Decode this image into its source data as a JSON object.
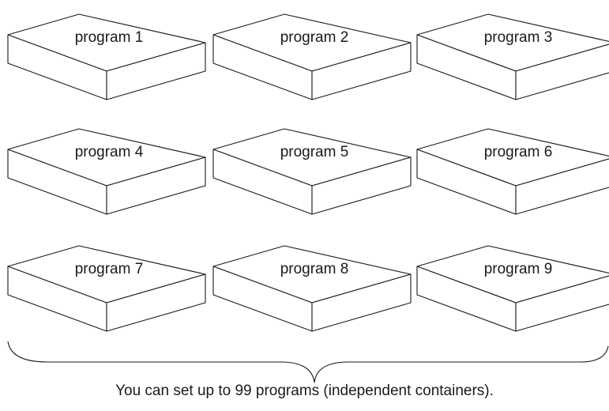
{
  "programs": [
    {
      "label": "program 1"
    },
    {
      "label": "program 2"
    },
    {
      "label": "program 3"
    },
    {
      "label": "program 4"
    },
    {
      "label": "program 5"
    },
    {
      "label": "program 6"
    },
    {
      "label": "program 7"
    },
    {
      "label": "program 8"
    },
    {
      "label": "program 9"
    }
  ],
  "caption": "You can set up to 99 programs (independent containers)."
}
